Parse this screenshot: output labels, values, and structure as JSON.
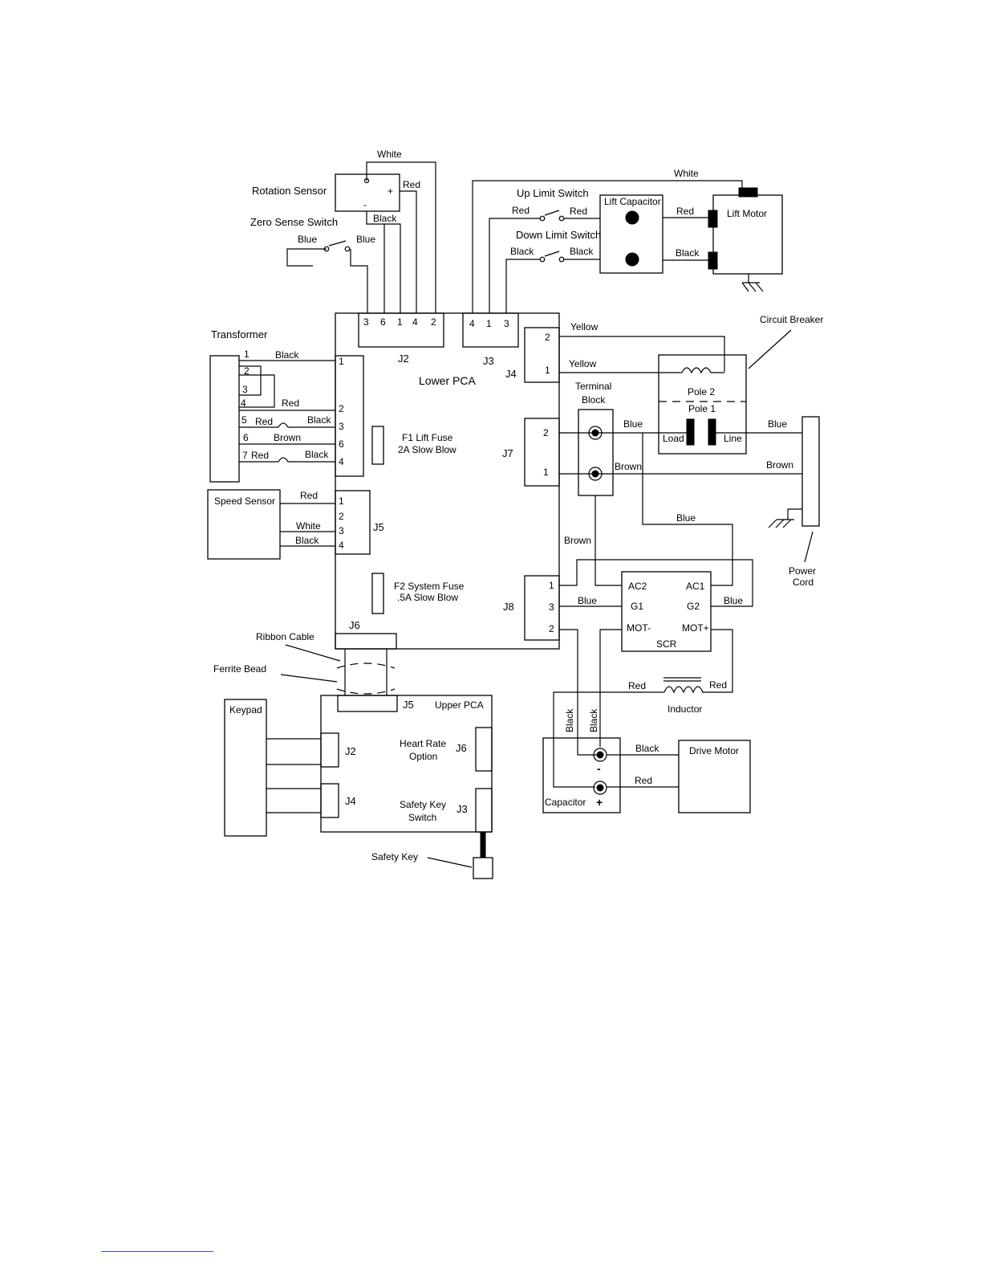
{
  "colors": {
    "ink": "#000000",
    "footer_rule": "#3355cc"
  },
  "components": {
    "rotation_sensor": "Rotation Sensor",
    "zero_sense_switch": "Zero Sense Switch",
    "transformer": "Transformer",
    "speed_sensor": "Speed Sensor",
    "lower_pca": "Lower PCA",
    "f1_line1": "F1 Lift Fuse",
    "f1_line2": "2A Slow Blow",
    "f2_line1": "F2 System Fuse",
    "f2_line2": ".5A Slow Blow",
    "up_limit_switch": "Up Limit Switch",
    "down_limit_switch": "Down Limit Switch",
    "lift_capacitor": "Lift Capacitor",
    "lift_motor": "Lift Motor",
    "circuit_breaker": "Circuit Breaker",
    "pole2": "Pole 2",
    "pole1": "Pole 1",
    "load": "Load",
    "line": "Line",
    "terminal_block_1": "Terminal",
    "terminal_block_2": "Block",
    "power_cord_1": "Power",
    "power_cord_2": "Cord",
    "scr": "SCR",
    "ac2": "AC2",
    "ac1": "AC1",
    "g1": "G1",
    "g2": "G2",
    "mot_minus": "MOT-",
    "mot_plus": "MOT+",
    "inductor": "Inductor",
    "capacitor": "Capacitor",
    "drive_motor": "Drive Motor",
    "ribbon_cable": "Ribbon Cable",
    "ferrite_bead": "Ferrite Bead",
    "keypad": "Keypad",
    "upper_pca": "Upper PCA",
    "heart_rate_1": "Heart Rate",
    "heart_rate_2": "Option",
    "safety_key_switch_1": "Safety Key",
    "safety_key_switch_2": "Switch",
    "safety_key": "Safety Key",
    "minus": "-",
    "plus": "+"
  },
  "connectors": {
    "j2": "J2",
    "j3": "J3",
    "j4": "J4",
    "j5": "J5",
    "j6": "J6",
    "j7": "J7",
    "j8": "J8",
    "upper_j5": "J5",
    "upper_j6": "J6",
    "upper_j2": "J2",
    "upper_j4": "J4",
    "upper_j3": "J3"
  },
  "pins": {
    "j2": [
      "3",
      "6",
      "1",
      "4",
      "2"
    ],
    "j3": [
      "4",
      "1",
      "3"
    ],
    "j4": [
      "2",
      "1"
    ],
    "j7": [
      "2",
      "1"
    ],
    "j8": [
      "1",
      "3",
      "2"
    ],
    "j1": [
      "1",
      "2",
      "3",
      "6",
      "4"
    ],
    "j5": [
      "1",
      "2",
      "3",
      "4"
    ],
    "transformer": [
      "1",
      "2",
      "3",
      "4",
      "5",
      "6",
      "7"
    ]
  },
  "wires": {
    "white_top": "White",
    "rot_red": "Red",
    "rot_black": "Black",
    "zero_blue_l": "Blue",
    "zero_blue_r": "Blue",
    "lift_white": "White",
    "up_red_l": "Red",
    "up_red_r": "Red",
    "down_black_l": "Black",
    "down_black_r": "Black",
    "motor_red": "Red",
    "motor_black": "Black",
    "yellow_1": "Yellow",
    "yellow_2": "Yellow",
    "tr_black": "Black",
    "tr_red4": "Red",
    "tr_red5": "Red",
    "tr_black5": "Black",
    "tr_brown": "Brown",
    "tr_red7": "Red",
    "tr_black7": "Black",
    "ss_red": "Red",
    "ss_white": "White",
    "ss_black": "Black",
    "tb_blue": "Blue",
    "tb_brown": "Brown",
    "pc_blue": "Blue",
    "pc_brown": "Brown",
    "scr_blue_top": "Blue",
    "j8_brown": "Brown",
    "j8_blue": "Blue",
    "g2_blue": "Blue",
    "ind_red_l": "Red",
    "ind_red_r": "Red",
    "cap_black_v1": "Black",
    "cap_black_v2": "Black",
    "dm_black": "Black",
    "dm_red": "Red"
  }
}
